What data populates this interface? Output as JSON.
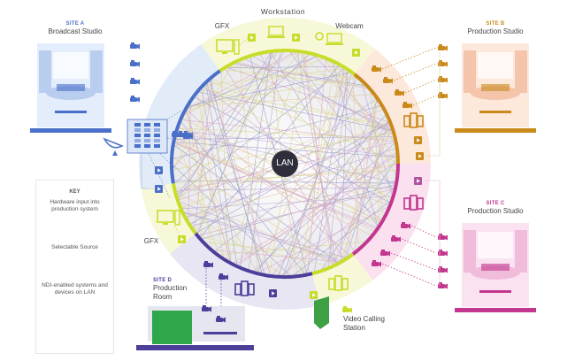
{
  "center_label": "LAN",
  "workstation_label": "Workstation",
  "gfx_top_label": "GFX",
  "webcam_label": "Webcam",
  "gfx_left_label": "GFX",
  "video_calling_label": "Video Calling\nStation",
  "sites": {
    "a": {
      "tag": "SITE A",
      "name": "Broadcast Studio",
      "color": "#4a6fc9"
    },
    "b": {
      "tag": "SITE B",
      "name": "Production Studio",
      "color": "#c98a1a"
    },
    "c": {
      "tag": "SITE C",
      "name": "Production Studio",
      "color": "#c2368f"
    },
    "d": {
      "tag": "SITE D",
      "name": "Production\nRoom",
      "color": "#4b3f9a"
    }
  },
  "key": {
    "title": "KEY",
    "hardware_input": "Hardware input into production system",
    "selectable_source": "Selectable Source",
    "ndi_devices": "NDI-enabled systems and devices on LAN"
  },
  "colors": {
    "lime": "#c8dc2a",
    "blue": "#4a6fc9",
    "orange": "#c98a1a",
    "pink": "#c2368f",
    "purple": "#4b3f9a",
    "dark": "#2e2f3a"
  }
}
